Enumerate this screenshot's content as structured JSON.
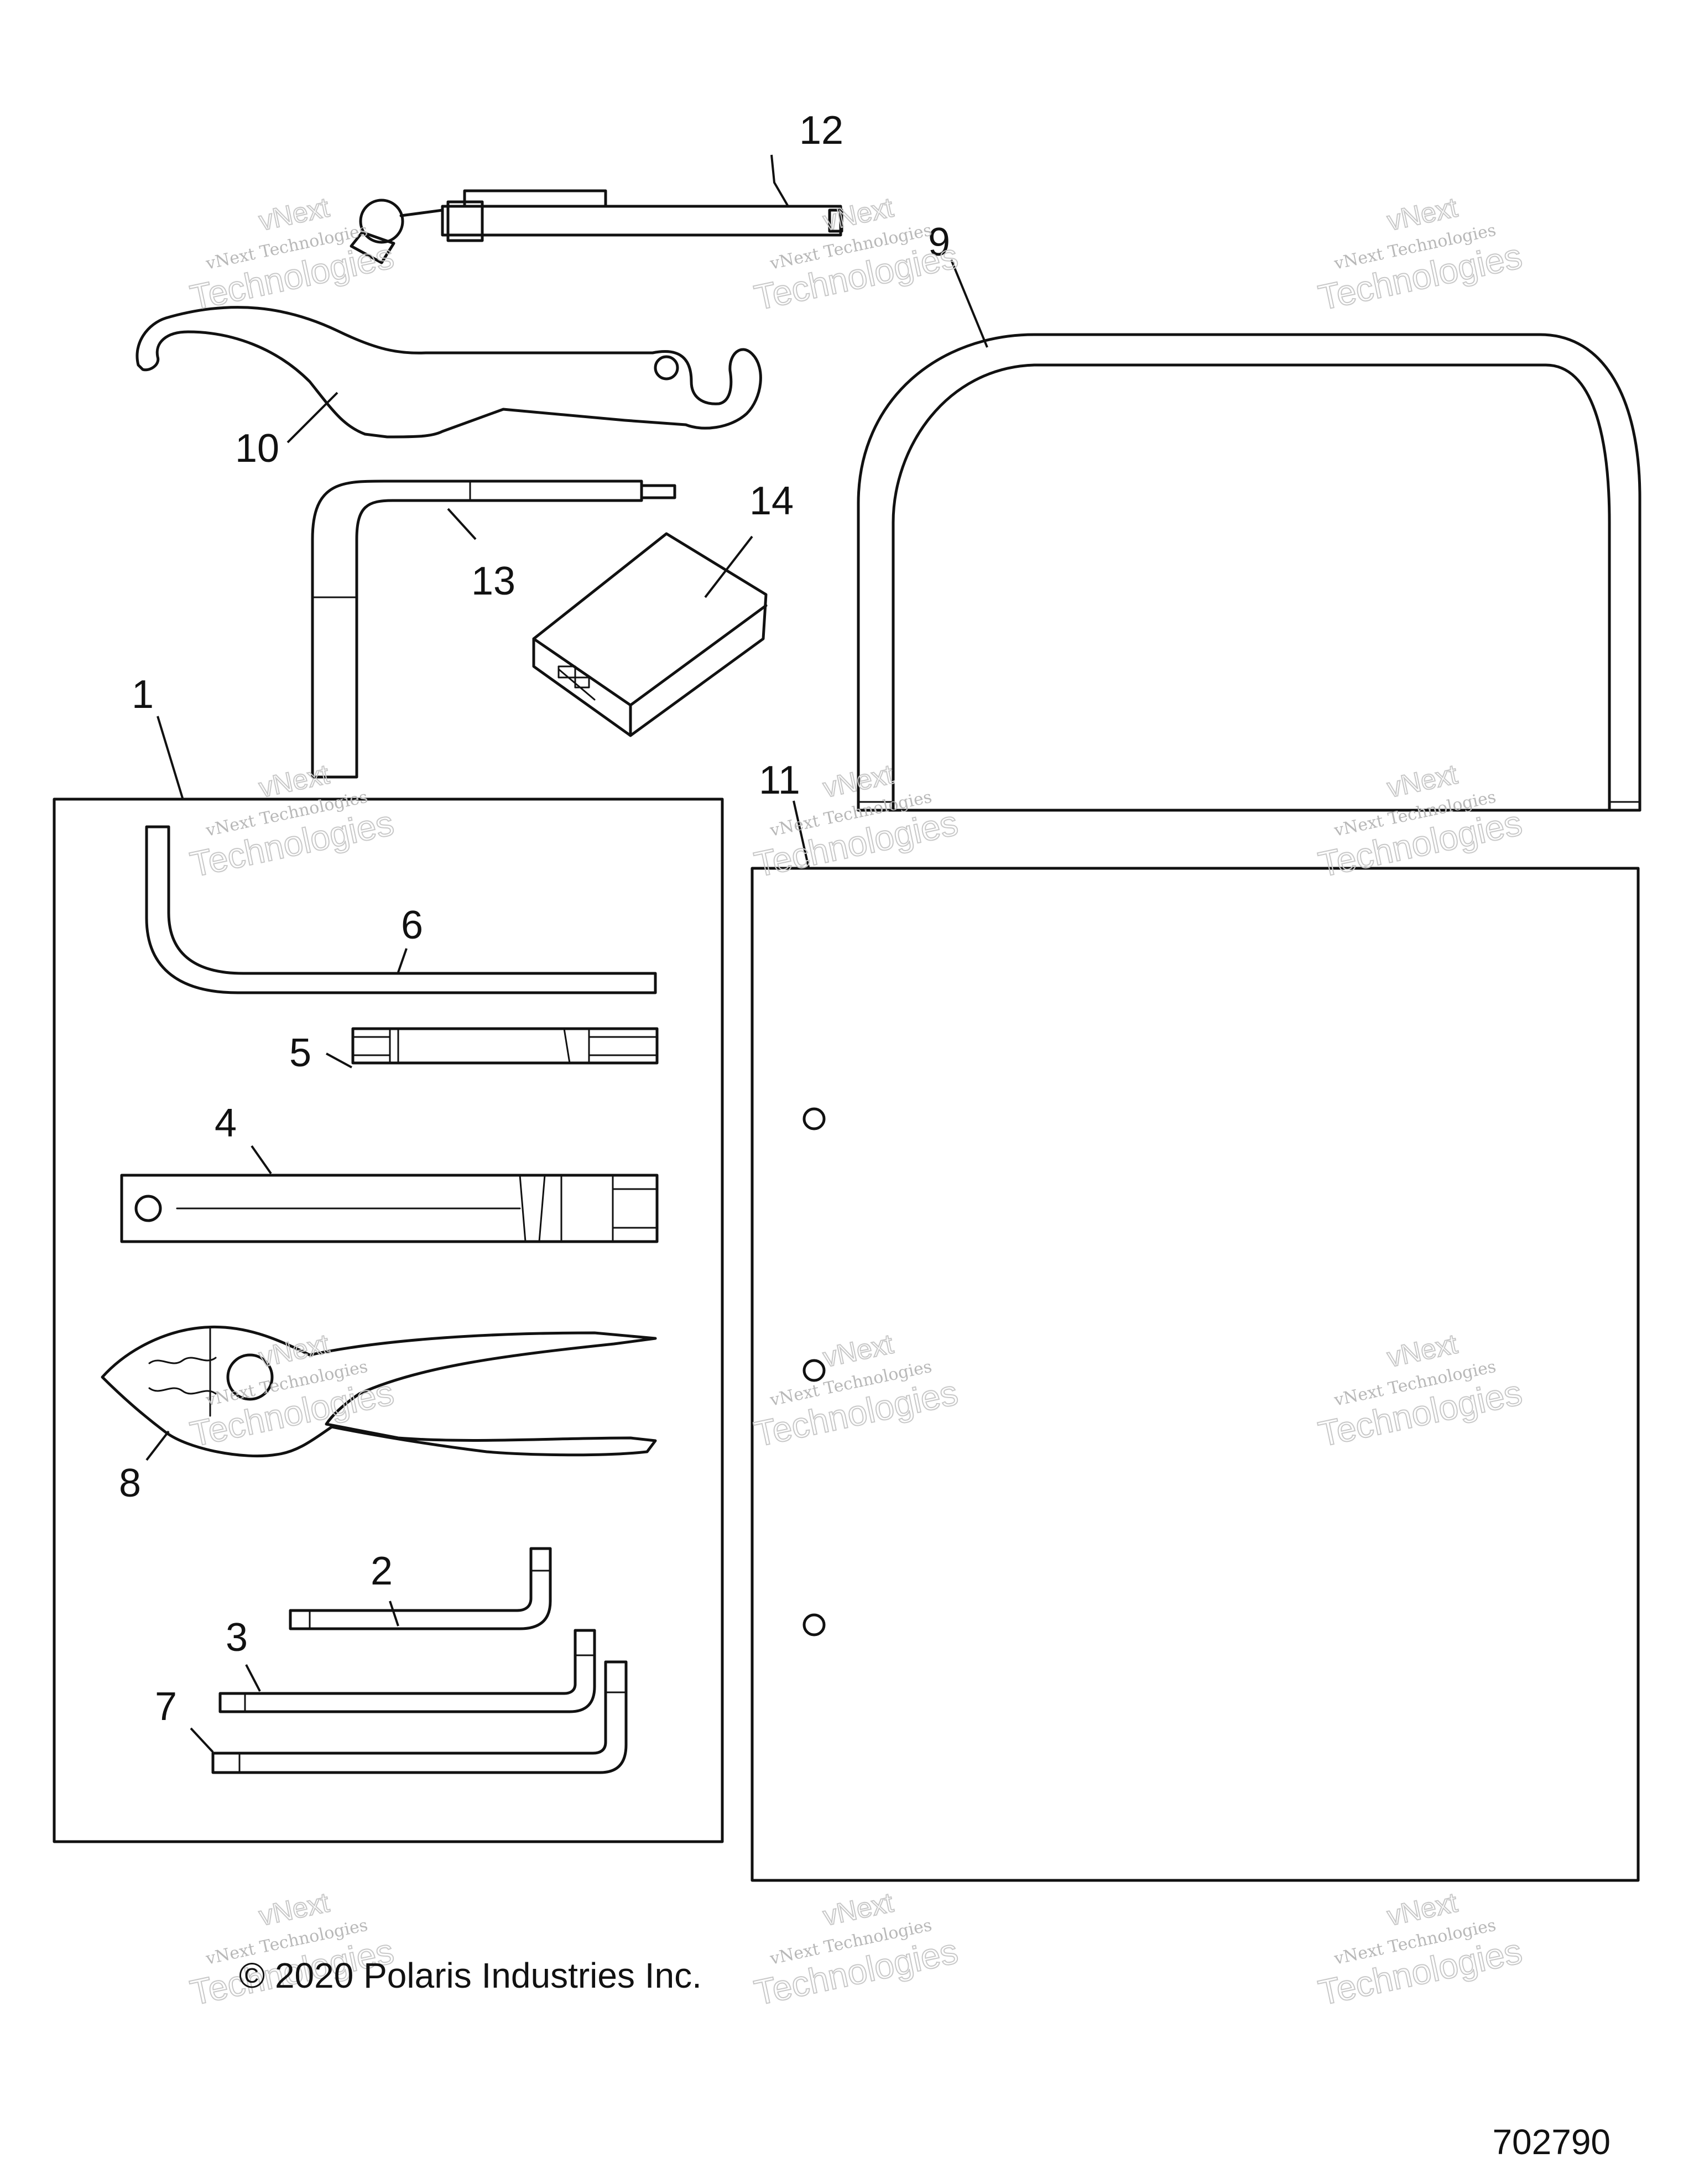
{
  "callouts": {
    "c1": "1",
    "c2": "2",
    "c3": "3",
    "c4": "4",
    "c5": "5",
    "c6": "6",
    "c7": "7",
    "c8": "8",
    "c9": "9",
    "c10": "10",
    "c11": "11",
    "c12": "12",
    "c13": "13",
    "c14": "14"
  },
  "watermark": {
    "line0": "vNext",
    "line1": "vNext Technologies",
    "line2": "Technologies"
  },
  "copyright": "© 2020 Polaris Industries Inc.",
  "drawing_number": "702790"
}
